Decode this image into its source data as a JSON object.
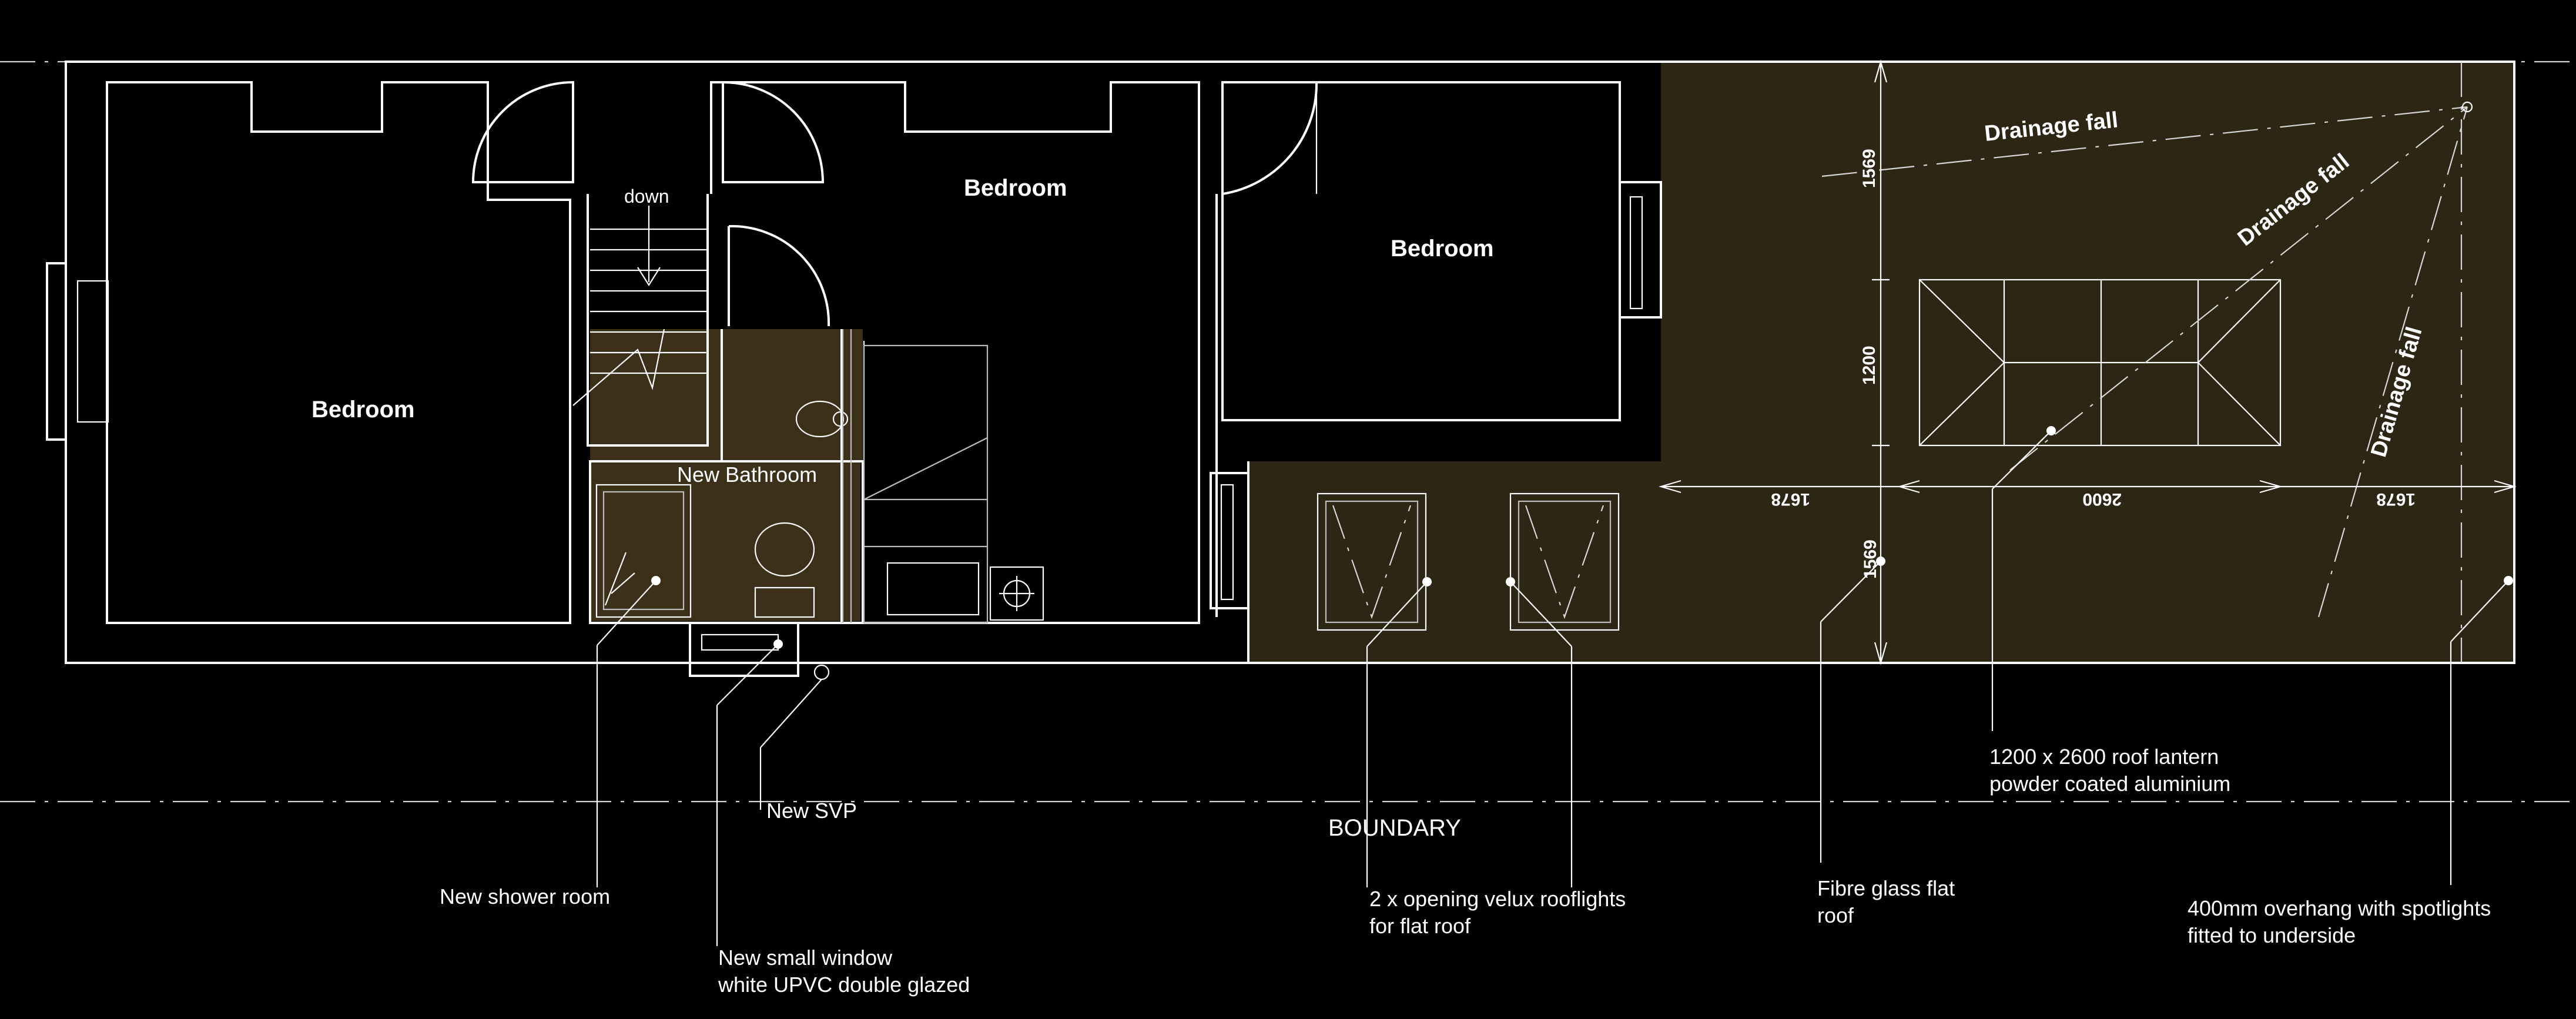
{
  "rooms": {
    "bedroom_left": "Bedroom",
    "bedroom_center": "Bedroom",
    "bedroom_right": "Bedroom",
    "bathroom": "New Bathroom",
    "stairs": "down"
  },
  "dimensions": {
    "d1569_top": "1569",
    "d1200": "1200",
    "d1569_bottom": "1569",
    "d1678_left": "1678",
    "d2600": "2600",
    "d1678_right": "1678"
  },
  "falls": {
    "top": "Drainage fall",
    "middle": "Drainage fall",
    "right": "Drainage fall"
  },
  "boundary": "BOUNDARY",
  "annotations": {
    "svp": "New SVP",
    "shower": "New shower room",
    "window_line1": "New small window",
    "window_line2": "white UPVC double glazed",
    "velux_line1": "2 x opening velux rooflights",
    "velux_line2": "for flat roof",
    "fibre_line1": "Fibre glass flat",
    "fibre_line2": "roof",
    "lantern_line1": "1200 x 2600 roof lantern",
    "lantern_line2": "powder coated aluminium",
    "overhang_line1": "400mm overhang with spotlights",
    "overhang_line2": "fitted to underside"
  }
}
